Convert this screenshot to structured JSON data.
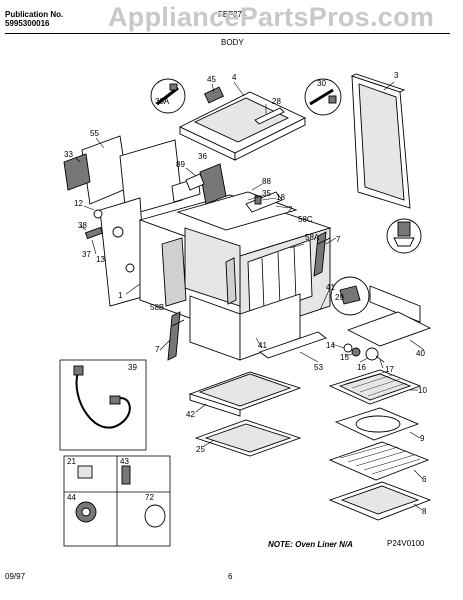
{
  "header": {
    "publication_label": "Publication No.",
    "publication_number": "5995300016",
    "model_partial": "FEF374",
    "section": "BODY"
  },
  "watermark": "AppliancePartsPros.com",
  "callouts": [
    "45",
    "4",
    "30",
    "28",
    "30A",
    "3",
    "55",
    "33",
    "89",
    "36",
    "88",
    "35",
    "12",
    "13",
    "38",
    "37",
    "18",
    "2",
    "58C",
    "58A",
    "7",
    "1",
    "58B",
    "41",
    "29",
    "14",
    "15",
    "16",
    "17",
    "40",
    "53",
    "39",
    "42",
    "10",
    "9",
    "25",
    "6",
    "8",
    "21",
    "43",
    "44",
    "72"
  ],
  "note": "NOTE: Oven Liner N/A",
  "diagram_code": "P24V0100",
  "footer": {
    "date": "09/97",
    "page": "6"
  }
}
